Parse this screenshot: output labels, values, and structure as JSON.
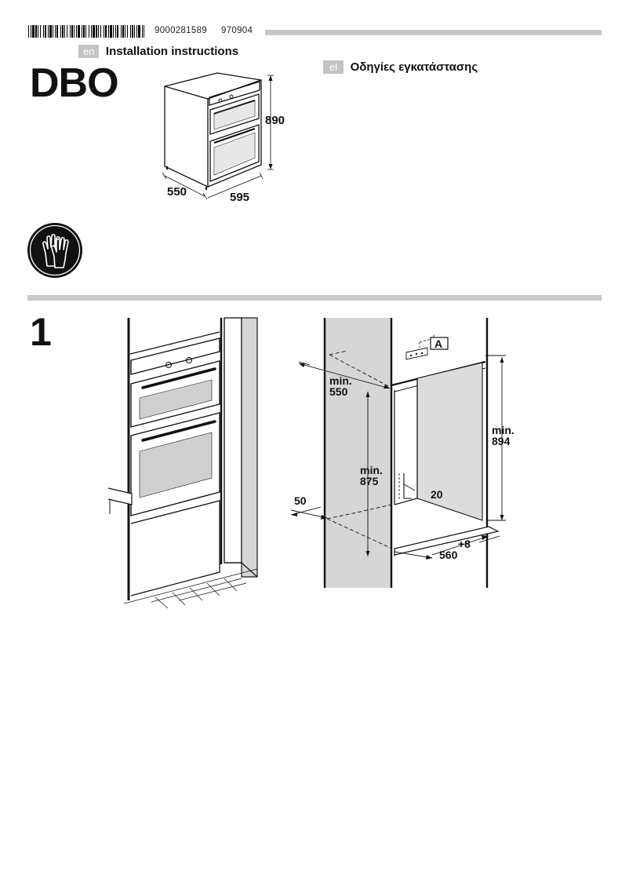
{
  "header": {
    "doc_number": "9000281589",
    "date_code": "970904"
  },
  "languages": [
    {
      "code": "en",
      "title": "Installation instructions"
    },
    {
      "code": "el",
      "title": "Οδηγίες εγκατάστασης"
    }
  ],
  "model": "DBO",
  "appliance_dims": {
    "height": "890",
    "depth": "550",
    "width": "595"
  },
  "safety_icon": "gloves-icon",
  "step": {
    "number": "1",
    "dims": {
      "min_label": "min.",
      "depth": "550",
      "height_front": "875",
      "height_side": "894",
      "frame_depth": "50",
      "gap": "20",
      "width": "560",
      "width_tolerance": "+8",
      "bracket_label": "A"
    }
  }
}
